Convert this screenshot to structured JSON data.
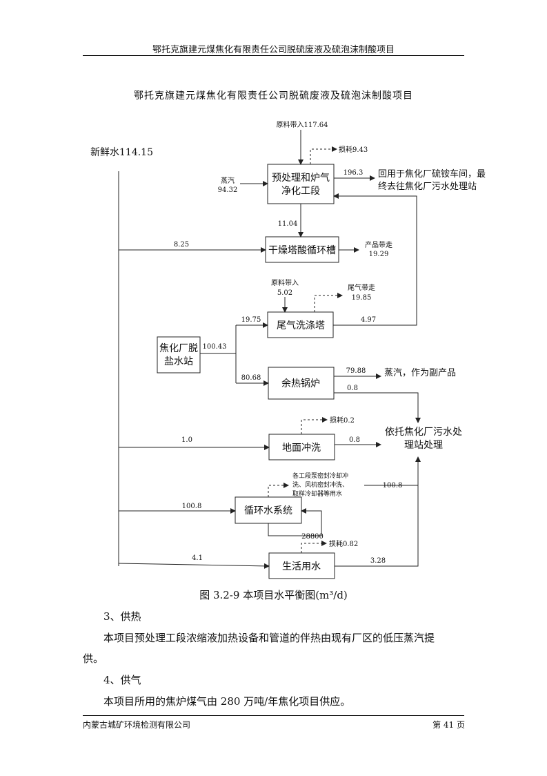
{
  "header": {
    "title": "鄂托克旗建元煤焦化有限责任公司脱硫废液及硫泡沫制酸项目"
  },
  "figure": {
    "inner_title": "鄂托克旗建元煤焦化有限责任公司脱硫废液及硫泡沫制酸项目",
    "caption": "图 3.2-9 本项目水平衡图(m³/d)",
    "nodes": {
      "fresh_water": "新鲜水114.15",
      "pretreat_line1": "预处理和炉气",
      "pretreat_line2": "净化工段",
      "dry_tower": "干燥塔酸循环槽",
      "tail_gas": "尾气洗涤塔",
      "desalt_line1": "焦化厂脱",
      "desalt_line2": "盐水站",
      "boiler": "余热锅炉",
      "floor": "地面冲洗",
      "circ": "循环水系统",
      "domestic": "生活用水",
      "wwtp_line1": "依托焦化厂污水处",
      "wwtp_line2": "理站处理"
    },
    "labels": {
      "raw_in_1": "原料带入117.64",
      "loss_1": "损耗9.43",
      "steam": "蒸汽",
      "steam_val": "94.32",
      "v_196_3": "196.3",
      "reuse_line1": "回用于焦化厂硫铵车间，最",
      "reuse_line2": "终去往焦化厂污水处理站",
      "v_11_04": "11.04",
      "v_8_25": "8.25",
      "product_out": "产品带走",
      "product_val": "19.29",
      "raw_in_2": "原料带入",
      "raw_in_2_val": "5.02",
      "tail_out": "尾气带走",
      "tail_out_val": "19.85",
      "v_19_75": "19.75",
      "v_4_97": "4.97",
      "v_100_43": "100.43",
      "v_80_68": "80.68",
      "v_79_88": "79.88",
      "steam_byproduct": "蒸汽，作为副产品",
      "v_0_8_a": "0.8",
      "loss_2": "损耗0.2",
      "v_1_0": "1.0",
      "v_0_8_b": "0.8",
      "circ_note_1": "各工段泵密封冷却冲",
      "circ_note_2": "洗、风机密封冲洗、",
      "circ_note_3": "取样冷却器等用水",
      "v_100_8_a": "100.8",
      "v_100_8_b": "100.8",
      "v_28800": "28800",
      "loss_3": "损耗0.82",
      "v_4_1": "4.1",
      "v_3_28": "3.28"
    }
  },
  "body": {
    "heading_heat": "3、供热",
    "para_heat_1": "本项目预处理工段浓缩液加热设备和管道的伴热由现有厂区的低压蒸汽提",
    "para_heat_2": "供。",
    "heading_gas": "4、供气",
    "para_gas": "本项目所用的焦炉煤气由 280 万吨/年焦化项目供应。"
  },
  "footer": {
    "company": "内蒙古城矿环境检测有限公司",
    "page": "第 41 页"
  }
}
